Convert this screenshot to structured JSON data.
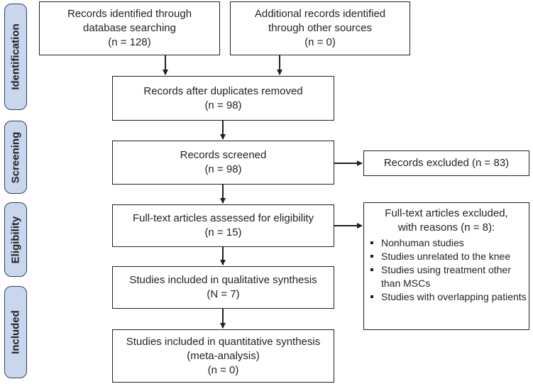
{
  "stages": {
    "identification": "Identification",
    "screening": "Screening",
    "eligibility": "Eligibility",
    "included": "Included"
  },
  "boxes": {
    "database_search": [
      "Records identified through",
      "database searching",
      "(n = 128)"
    ],
    "other_sources": [
      "Additional records identified",
      "through other sources",
      "(n = 0)"
    ],
    "duplicates_removed": [
      "Records after duplicates removed",
      "(n = 98)"
    ],
    "screened": [
      "Records screened",
      "(n = 98)"
    ],
    "records_excluded": [
      "Records excluded (n = 83)"
    ],
    "fulltext_assessed": [
      "Full-text articles assessed for eligibility",
      "(n = 15)"
    ],
    "qualitative": [
      "Studies included in qualitative synthesis",
      "(N = 7)"
    ],
    "quantitative": [
      "Studies included in quantitative synthesis",
      "(meta-analysis)",
      "(n = 0)"
    ]
  },
  "fulltext_excluded": {
    "header": [
      "Full-text articles excluded,",
      "with reasons (n = 8):"
    ],
    "reasons": [
      "Nonhuman studies",
      "Studies unrelated to the knee",
      "Studies using treatment other than MSCs",
      "Studies with overlapping patients"
    ]
  }
}
